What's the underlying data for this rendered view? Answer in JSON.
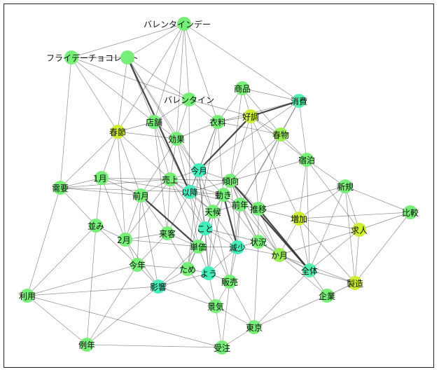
{
  "graph": {
    "colors": {
      "edge": "#333333",
      "node_green": "#77ee77",
      "node_cyan": "#44eebb",
      "node_yellow": "#ccee33",
      "label": "#111111"
    },
    "nodes": [
      {
        "id": "valentine_day",
        "label": "バレンタインデー",
        "color": "#77ee77"
      },
      {
        "id": "white_choco",
        "label": "フライデーチョコレート",
        "color": "#77ee77"
      },
      {
        "id": "white_choco2",
        "label": "",
        "color": "#77ee77"
      },
      {
        "id": "shohin",
        "label": "商品",
        "color": "#77ee77"
      },
      {
        "id": "shohi",
        "label": "消費",
        "color": "#55eeaa"
      },
      {
        "id": "valentine",
        "label": "バレンタイン",
        "color": "#77ee77"
      },
      {
        "id": "koucho",
        "label": "好調",
        "color": "#ccee33"
      },
      {
        "id": "irui",
        "label": "衣料",
        "color": "#77ee77"
      },
      {
        "id": "tenpo",
        "label": "店舗",
        "color": "#77ee77"
      },
      {
        "id": "shunsetsu",
        "label": "春節",
        "color": "#ccee33"
      },
      {
        "id": "harumono",
        "label": "春物",
        "color": "#99ee55"
      },
      {
        "id": "koka",
        "label": "効果",
        "color": "#77ee77"
      },
      {
        "id": "shukuhaku",
        "label": "宿泊",
        "color": "#77ee77"
      },
      {
        "id": "kongetsu",
        "label": "今月",
        "color": "#44eebb"
      },
      {
        "id": "ichigatsu",
        "label": "1月",
        "color": "#77ee77"
      },
      {
        "id": "juyo",
        "label": "需要",
        "color": "#77ee77"
      },
      {
        "id": "uriage",
        "label": "売上",
        "color": "#77ee77"
      },
      {
        "id": "keiko",
        "label": "傾向",
        "color": "#77ee77"
      },
      {
        "id": "shinki",
        "label": "新規",
        "color": "#77ee77"
      },
      {
        "id": "ikou",
        "label": "以降",
        "color": "#44eebb"
      },
      {
        "id": "ugoki",
        "label": "動き",
        "color": "#77ee77"
      },
      {
        "id": "zengetsu",
        "label": "前月",
        "color": "#77ee77"
      },
      {
        "id": "zennen",
        "label": "前年",
        "color": "#77ee77"
      },
      {
        "id": "hikaku",
        "label": "比較",
        "color": "#77ee77"
      },
      {
        "id": "tenko",
        "label": "天候",
        "color": "#77ee77"
      },
      {
        "id": "suii",
        "label": "推移",
        "color": "#77ee77"
      },
      {
        "id": "zouka",
        "label": "増加",
        "color": "#ccee33"
      },
      {
        "id": "narami",
        "label": "並み",
        "color": "#77ee77"
      },
      {
        "id": "kyujin",
        "label": "求人",
        "color": "#ccee33"
      },
      {
        "id": "koto",
        "label": "こと",
        "color": "#44eebb"
      },
      {
        "id": "raikyaku",
        "label": "来客",
        "color": "#77ee77"
      },
      {
        "id": "nigatsu",
        "label": "2月",
        "color": "#77ee77"
      },
      {
        "id": "jokyo",
        "label": "状況",
        "color": "#77ee77"
      },
      {
        "id": "tanka",
        "label": "単価",
        "color": "#77ee77"
      },
      {
        "id": "genshou",
        "label": "減少",
        "color": "#44eebb"
      },
      {
        "id": "kagetsu",
        "label": "か月",
        "color": "#99ee55"
      },
      {
        "id": "konnen",
        "label": "今年",
        "color": "#77ee77"
      },
      {
        "id": "tame",
        "label": "ため",
        "color": "#77ee77"
      },
      {
        "id": "you",
        "label": "よう",
        "color": "#44eebb"
      },
      {
        "id": "zentai",
        "label": "全体",
        "color": "#55eeaa"
      },
      {
        "id": "seizo",
        "label": "製造",
        "color": "#ccee33"
      },
      {
        "id": "eikyo",
        "label": "影響",
        "color": "#44eebb"
      },
      {
        "id": "hanbai",
        "label": "販売",
        "color": "#77ee77"
      },
      {
        "id": "riyou",
        "label": "利用",
        "color": "#77ee77"
      },
      {
        "id": "kigyo",
        "label": "企業",
        "color": "#77ee77"
      },
      {
        "id": "keiki",
        "label": "景気",
        "color": "#77ee77"
      },
      {
        "id": "tokyo",
        "label": "東京",
        "color": "#77ee77"
      },
      {
        "id": "reinen",
        "label": "例年",
        "color": "#77ee77"
      },
      {
        "id": "juchu",
        "label": "受注",
        "color": "#77ee77"
      }
    ],
    "edges": [
      [
        "valentine_day",
        "white_choco"
      ],
      [
        "valentine_day",
        "white_choco2"
      ],
      [
        "valentine_day",
        "valentine"
      ],
      [
        "valentine_day",
        "shohi"
      ],
      [
        "valentine_day",
        "tenpo"
      ],
      [
        "valentine_day",
        "koka"
      ],
      [
        "valentine_day",
        "shunsetsu"
      ],
      [
        "valentine_day",
        "irui"
      ],
      [
        "white_choco",
        "white_choco2"
      ],
      [
        "white_choco",
        "shunsetsu"
      ],
      [
        "white_choco",
        "juyo"
      ],
      [
        "white_choco",
        "tenpo"
      ],
      [
        "white_choco",
        "valentine"
      ],
      [
        "white_choco2",
        "ikou"
      ],
      [
        "white_choco2",
        "kongetsu"
      ],
      [
        "white_choco2",
        "shunsetsu"
      ],
      [
        "white_choco2",
        "valentine"
      ],
      [
        "white_choco2",
        "tenpo"
      ],
      [
        "white_choco2",
        "koka"
      ],
      [
        "shohin",
        "koucho"
      ],
      [
        "shohin",
        "harumono"
      ],
      [
        "shohin",
        "shohi"
      ],
      [
        "shohin",
        "irui"
      ],
      [
        "shohin",
        "keiko"
      ],
      [
        "shohi",
        "koucho"
      ],
      [
        "shohi",
        "harumono"
      ],
      [
        "shohi",
        "shukuhaku"
      ],
      [
        "shohi",
        "irui"
      ],
      [
        "shohi",
        "kongetsu"
      ],
      [
        "shohi",
        "zennen"
      ],
      [
        "valentine",
        "koka"
      ],
      [
        "valentine",
        "tenpo"
      ],
      [
        "valentine",
        "irui"
      ],
      [
        "valentine",
        "koucho"
      ],
      [
        "valentine",
        "ikou"
      ],
      [
        "koucho",
        "irui"
      ],
      [
        "koucho",
        "harumono"
      ],
      [
        "koucho",
        "shukuhaku"
      ],
      [
        "koucho",
        "kongetsu"
      ],
      [
        "koucho",
        "keiko"
      ],
      [
        "koucho",
        "suii"
      ],
      [
        "koucho",
        "zouka"
      ],
      [
        "irui",
        "harumono"
      ],
      [
        "irui",
        "koka"
      ],
      [
        "irui",
        "kongetsu"
      ],
      [
        "irui",
        "ugoki"
      ],
      [
        "irui",
        "tame"
      ],
      [
        "irui",
        "ikou"
      ],
      [
        "tenpo",
        "koka"
      ],
      [
        "tenpo",
        "shunsetsu"
      ],
      [
        "tenpo",
        "uriage"
      ],
      [
        "tenpo",
        "ikou"
      ],
      [
        "tenpo",
        "raikyaku"
      ],
      [
        "shunsetsu",
        "koka"
      ],
      [
        "shunsetsu",
        "juyo"
      ],
      [
        "shunsetsu",
        "ichigatsu"
      ],
      [
        "shunsetsu",
        "uriage"
      ],
      [
        "shunsetsu",
        "zengetsu"
      ],
      [
        "shunsetsu",
        "nigatsu"
      ],
      [
        "harumono",
        "shukuhaku"
      ],
      [
        "harumono",
        "keiko"
      ],
      [
        "harumono",
        "zennen"
      ],
      [
        "harumono",
        "suii"
      ],
      [
        "koka",
        "uriage"
      ],
      [
        "koka",
        "kongetsu"
      ],
      [
        "koka",
        "ikou"
      ],
      [
        "koka",
        "zengetsu"
      ],
      [
        "koka",
        "tenko"
      ],
      [
        "shukuhaku",
        "shinki"
      ],
      [
        "shukuhaku",
        "keiko"
      ],
      [
        "shukuhaku",
        "zouka"
      ],
      [
        "shukuhaku",
        "kyujin"
      ],
      [
        "shukuhaku",
        "zentai"
      ],
      [
        "kongetsu",
        "uriage"
      ],
      [
        "kongetsu",
        "ikou"
      ],
      [
        "kongetsu",
        "ugoki"
      ],
      [
        "kongetsu",
        "keiko"
      ],
      [
        "kongetsu",
        "tenko"
      ],
      [
        "kongetsu",
        "koto"
      ],
      [
        "kongetsu",
        "you"
      ],
      [
        "kongetsu",
        "tame"
      ],
      [
        "ichigatsu",
        "juyo"
      ],
      [
        "ichigatsu",
        "uriage"
      ],
      [
        "ichigatsu",
        "zengetsu"
      ],
      [
        "ichigatsu",
        "narami"
      ],
      [
        "ichigatsu",
        "nigatsu"
      ],
      [
        "ichigatsu",
        "ikou"
      ],
      [
        "juyo",
        "uriage"
      ],
      [
        "juyo",
        "narami"
      ],
      [
        "juyo",
        "riyou"
      ],
      [
        "juyo",
        "zengetsu"
      ],
      [
        "juyo",
        "ikou"
      ],
      [
        "uriage",
        "ikou"
      ],
      [
        "uriage",
        "zengetsu"
      ],
      [
        "uriage",
        "ugoki"
      ],
      [
        "uriage",
        "raikyaku"
      ],
      [
        "uriage",
        "tanka"
      ],
      [
        "uriage",
        "koto"
      ],
      [
        "uriage",
        "tenko"
      ],
      [
        "uriage",
        "nigatsu"
      ],
      [
        "uriage",
        "keiko"
      ],
      [
        "keiko",
        "ugoki"
      ],
      [
        "keiko",
        "zennen"
      ],
      [
        "keiko",
        "suii"
      ],
      [
        "keiko",
        "jokyo"
      ],
      [
        "keiko",
        "genshou"
      ],
      [
        "keiko",
        "ikou"
      ],
      [
        "keiko",
        "kagetsu"
      ],
      [
        "keiko",
        "zentai"
      ],
      [
        "shinki",
        "hikaku"
      ],
      [
        "shinki",
        "kyujin"
      ],
      [
        "shinki",
        "zouka"
      ],
      [
        "shinki",
        "seizo"
      ],
      [
        "shinki",
        "suii"
      ],
      [
        "shinki",
        "zentai"
      ],
      [
        "ikou",
        "ugoki"
      ],
      [
        "ikou",
        "tenko"
      ],
      [
        "ikou",
        "koto"
      ],
      [
        "ikou",
        "zennen"
      ],
      [
        "ikou",
        "raikyaku"
      ],
      [
        "ikou",
        "tanka"
      ],
      [
        "ugoki",
        "zennen"
      ],
      [
        "ugoki",
        "tenko"
      ],
      [
        "ugoki",
        "koto"
      ],
      [
        "ugoki",
        "genshou"
      ],
      [
        "ugoki",
        "jokyo"
      ],
      [
        "ugoki",
        "you"
      ],
      [
        "zengetsu",
        "nigatsu"
      ],
      [
        "zengetsu",
        "raikyaku"
      ],
      [
        "zengetsu",
        "tanka"
      ],
      [
        "zengetsu",
        "konnen"
      ],
      [
        "zengetsu",
        "eikyo"
      ],
      [
        "zennen",
        "suii"
      ],
      [
        "zennen",
        "tenko"
      ],
      [
        "zennen",
        "jokyo"
      ],
      [
        "zennen",
        "genshou"
      ],
      [
        "zennen",
        "kagetsu"
      ],
      [
        "zennen",
        "hanbai"
      ],
      [
        "hikaku",
        "kyujin"
      ],
      [
        "hikaku",
        "zouka"
      ],
      [
        "hikaku",
        "seizo"
      ],
      [
        "tenko",
        "koto"
      ],
      [
        "tenko",
        "genshou"
      ],
      [
        "tenko",
        "tanka"
      ],
      [
        "tenko",
        "you"
      ],
      [
        "tenko",
        "hanbai"
      ],
      [
        "suii",
        "zouka"
      ],
      [
        "suii",
        "jokyo"
      ],
      [
        "suii",
        "kagetsu"
      ],
      [
        "suii",
        "zentai"
      ],
      [
        "zouka",
        "kyujin"
      ],
      [
        "zouka",
        "zentai"
      ],
      [
        "zouka",
        "seizo"
      ],
      [
        "zouka",
        "kagetsu"
      ],
      [
        "narami",
        "nigatsu"
      ],
      [
        "narami",
        "konnen"
      ],
      [
        "narami",
        "riyou"
      ],
      [
        "narami",
        "reinen"
      ],
      [
        "kyujin",
        "seizo"
      ],
      [
        "kyujin",
        "zentai"
      ],
      [
        "kyujin",
        "kagetsu"
      ],
      [
        "koto",
        "tanka"
      ],
      [
        "koto",
        "genshou"
      ],
      [
        "koto",
        "jokyo"
      ],
      [
        "koto",
        "you"
      ],
      [
        "koto",
        "tame"
      ],
      [
        "koto",
        "hanbai"
      ],
      [
        "raikyaku",
        "tanka"
      ],
      [
        "raikyaku",
        "nigatsu"
      ],
      [
        "raikyaku",
        "tame"
      ],
      [
        "raikyaku",
        "konnen"
      ],
      [
        "nigatsu",
        "konnen"
      ],
      [
        "nigatsu",
        "tanka"
      ],
      [
        "nigatsu",
        "eikyo"
      ],
      [
        "jokyo",
        "genshou"
      ],
      [
        "jokyo",
        "kagetsu"
      ],
      [
        "jokyo",
        "zentai"
      ],
      [
        "jokyo",
        "tokyo"
      ],
      [
        "tanka",
        "genshou"
      ],
      [
        "tanka",
        "tame"
      ],
      [
        "tanka",
        "you"
      ],
      [
        "tanka",
        "eikyo"
      ],
      [
        "genshou",
        "you"
      ],
      [
        "genshou",
        "hanbai"
      ],
      [
        "genshou",
        "kagetsu"
      ],
      [
        "kagetsu",
        "zentai"
      ],
      [
        "kagetsu",
        "seizo"
      ],
      [
        "kagetsu",
        "kigyo"
      ],
      [
        "konnen",
        "tame"
      ],
      [
        "konnen",
        "eikyo"
      ],
      [
        "konnen",
        "riyou"
      ],
      [
        "konnen",
        "reinen"
      ],
      [
        "tame",
        "you"
      ],
      [
        "tame",
        "eikyo"
      ],
      [
        "tame",
        "keiki"
      ],
      [
        "you",
        "hanbai"
      ],
      [
        "you",
        "keiki"
      ],
      [
        "you",
        "eikyo"
      ],
      [
        "zentai",
        "seizo"
      ],
      [
        "zentai",
        "kigyo"
      ],
      [
        "zentai",
        "tokyo"
      ],
      [
        "seizo",
        "kigyo"
      ],
      [
        "eikyo",
        "keiki"
      ],
      [
        "eikyo",
        "reinen"
      ],
      [
        "eikyo",
        "riyou"
      ],
      [
        "hanbai",
        "keiki"
      ],
      [
        "hanbai",
        "tokyo"
      ],
      [
        "hanbai",
        "juchu"
      ],
      [
        "riyou",
        "reinen"
      ],
      [
        "riyou",
        "juchu"
      ],
      [
        "keiki",
        "juchu"
      ],
      [
        "keiki",
        "tokyo"
      ],
      [
        "tokyo",
        "juchu"
      ],
      [
        "tokyo",
        "kigyo"
      ],
      [
        "reinen",
        "juchu"
      ]
    ],
    "heavy_edges": [
      [
        "white_choco2",
        "ikou"
      ],
      [
        "koucho",
        "kongetsu"
      ],
      [
        "koucho",
        "shohi"
      ],
      [
        "keiko",
        "zentai"
      ],
      [
        "zengetsu",
        "tanka"
      ],
      [
        "ugoki",
        "genshou"
      ],
      [
        "suii",
        "zentai"
      ]
    ]
  }
}
